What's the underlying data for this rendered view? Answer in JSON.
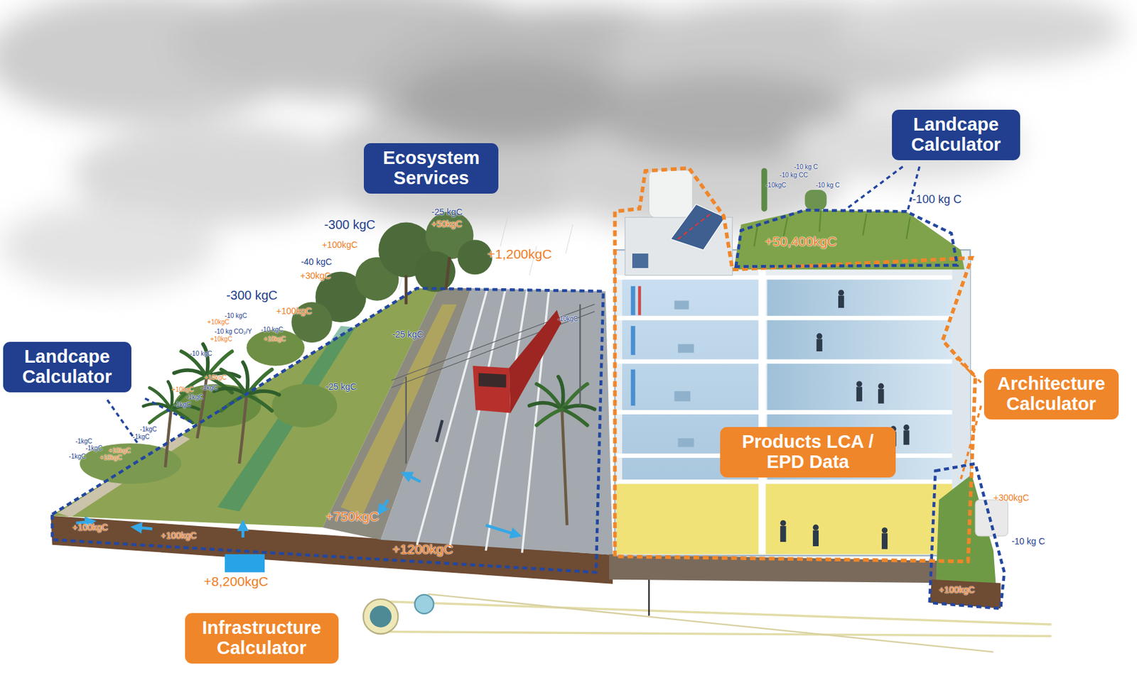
{
  "diagram": {
    "nodes": [
      {
        "text": [
          "Landcape Calculator"
        ]
      },
      {
        "text": [
          "Ecosystem Services"
        ]
      },
      {
        "text": [
          "Landcape Calculator"
        ]
      },
      {
        "text": [
          "Architecture Calculator"
        ]
      },
      {
        "text": [
          "Products LCA / EPD Data"
        ]
      },
      {
        "text": [
          "Infrastructure Calculator"
        ]
      }
    ],
    "labels": [
      "-300 kgC",
      "+100kgC",
      "-40 kgC",
      "+30kgC",
      "-300 kgC",
      "+100kgC",
      "-25 kgC",
      "+50kgC",
      "+1,200kgC",
      "-10 kgC",
      "+10kgC",
      "-10 kg CO₂/Y",
      "-10 kgC",
      "+10kgC",
      "+10kgC",
      "-10 kgC",
      "-25 kgC",
      "-10kgC",
      "+10kgC",
      "-1kgC",
      "+10kgC",
      "-1kgC",
      "-1kgC",
      "-25 kgC",
      "-1kgC",
      "-1kgC",
      "-1kgC",
      "-1kgC",
      "+10kgC",
      "+10kgC",
      "-1kgC",
      "+750kgC",
      "+100kgC",
      "+100kgC",
      "+1200kgC",
      "+8,200kgC",
      "-10 kg C",
      "-10 kg CC",
      "-10kgC",
      "-10 kg C",
      "-100 kg C",
      "+50,400kgC",
      "+300kgC",
      "-10 kg C",
      "+100kgC"
    ]
  }
}
